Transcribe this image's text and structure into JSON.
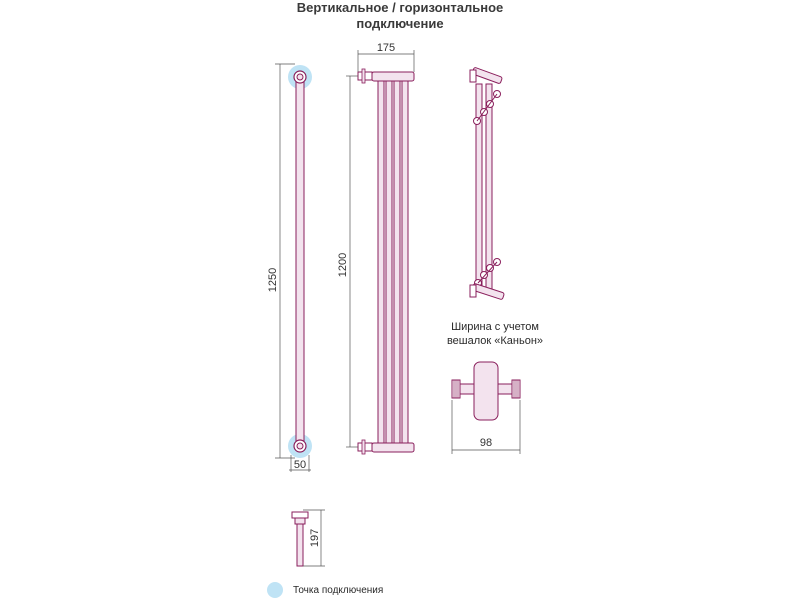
{
  "title": {
    "line1": "Вертикальное / горизонтальное",
    "line2": "подключение"
  },
  "dimensions": {
    "rail_height": "1250",
    "rail_width": "50",
    "radiator_width": "175",
    "radiator_height": "1200",
    "hanger_width": "98",
    "depth": "197"
  },
  "note": {
    "line1": "Ширина с учетом",
    "line2": "вешалок «Каньон»"
  },
  "legend": {
    "label": "Точка подключения",
    "marker_color": "#bfe3f5",
    "marker_icon": "connection-point-icon"
  },
  "colors": {
    "outline": "#8a1f5c",
    "fill": "#f3e3ee",
    "dimension_line": "#555555"
  }
}
